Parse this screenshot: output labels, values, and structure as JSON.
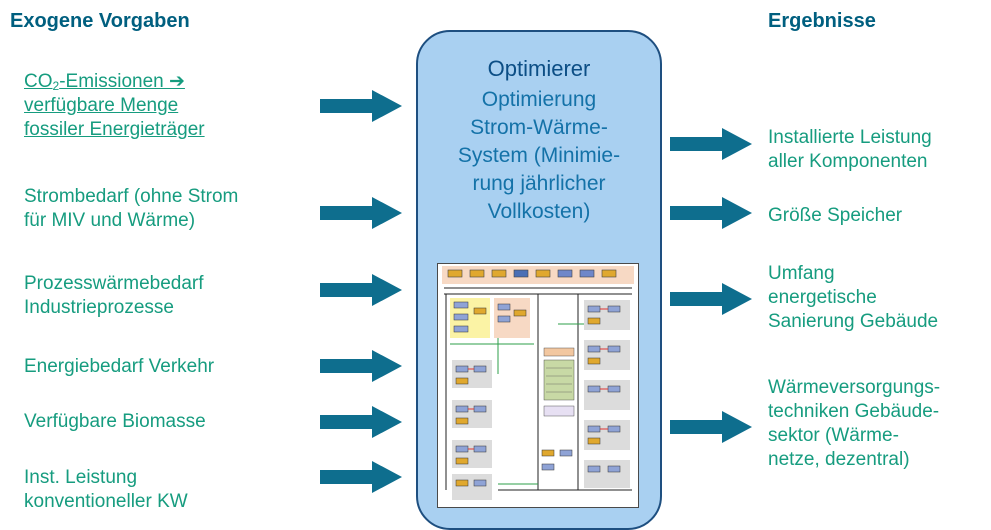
{
  "headings": {
    "inputs": "Exogene Vorgaben",
    "outputs": "Ergebnisse"
  },
  "inputs": [
    {
      "co2_main": "CO",
      "co2_sub": "2",
      "co2_rest": "-Emissionen ➔",
      "line2": "verfügbare Menge",
      "line3": "fossiler Energieträger"
    },
    {
      "line1": "Strombedarf (ohne Strom",
      "line2": "für MIV und Wärme)"
    },
    {
      "line1": "Prozesswärmebedarf",
      "line2": "Industrieprozesse"
    },
    {
      "line1": "Energiebedarf Verkehr"
    },
    {
      "line1": "Verfügbare Biomasse"
    },
    {
      "line1": "Inst. Leistung",
      "line2": "konventioneller KW"
    }
  ],
  "optimizer": {
    "title": "Optimierer",
    "desc_lines": [
      "Optimierung",
      "Strom-Wärme-",
      "System (Minimie-",
      "rung jährlicher",
      "Vollkosten)"
    ]
  },
  "outputs": [
    {
      "lines": [
        "Installierte Leistung",
        "aller Komponenten"
      ]
    },
    {
      "lines": [
        "Größe Speicher"
      ]
    },
    {
      "lines": [
        "Umfang",
        "energetische",
        "Sanierung Gebäude"
      ]
    },
    {
      "lines": [
        "Wärmeversorgungs-",
        "techniken Gebäude-",
        "sektor (Wärme-",
        "netze, dezentral)"
      ]
    }
  ],
  "colors": {
    "heading": "#005f7f",
    "label": "#169c7f",
    "arrow": "#0e6e8e",
    "optimizer_fill": "#a9d0f1",
    "optimizer_border": "#1e4f80"
  },
  "icons": {
    "arrow": "right-arrow-icon",
    "thumbnail": "system-schematic-thumbnail"
  }
}
